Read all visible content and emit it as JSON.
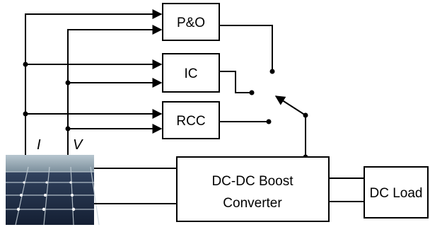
{
  "blocks": {
    "po": "P&O",
    "ic": "IC",
    "rcc": "RCC",
    "boost_line1": "DC-DC Boost",
    "boost_line2": "Converter",
    "load": "DC Load"
  },
  "signals": {
    "current": "I",
    "voltage": "V"
  },
  "panel": {
    "icon": "solar-panel-icon",
    "colors": {
      "sky": "#9fb3bf",
      "cell": "#1f2f4a",
      "grid": "#c8d3da"
    }
  }
}
